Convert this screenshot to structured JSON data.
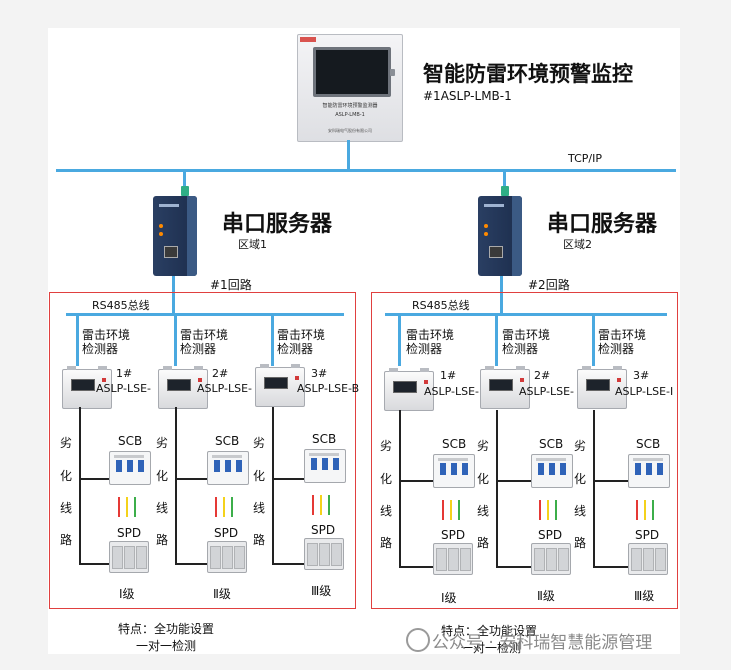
{
  "header": {
    "panel_title": "智能防雷环境预警监测器",
    "panel_model": "ASLP-LMB-1",
    "panel_company": "安科瑞电气股份有限公司",
    "title": "智能防雷环境预警监控",
    "model": "#1ASLP-LMB-1",
    "network": "TCP/IP"
  },
  "servers": [
    {
      "title": "串口服务器",
      "zone": "区域1",
      "loop": "#1回路"
    },
    {
      "title": "串口服务器",
      "zone": "区域2",
      "loop": "#2回路"
    }
  ],
  "zones": [
    {
      "bus": "RS485总线",
      "detectors": [
        {
          "label": [
            "雷击环境",
            "检测器"
          ],
          "num": "1#",
          "model": "ASLP-LSE-",
          "level": "Ⅰ级"
        },
        {
          "label": [
            "雷击环境",
            "检测器"
          ],
          "num": "2#",
          "model": "ASLP-LSE-",
          "level": "Ⅱ级"
        },
        {
          "label": [
            "雷击环境",
            "检测器"
          ],
          "num": "3#",
          "model": "ASLP-LSE-B",
          "level": "Ⅲ级"
        }
      ]
    },
    {
      "bus": "RS485总线",
      "detectors": [
        {
          "label": [
            "雷击环境",
            "检测器"
          ],
          "num": "1#",
          "model": "ASLP-LSE-",
          "level": "Ⅰ级"
        },
        {
          "label": [
            "雷击环境",
            "检测器"
          ],
          "num": "2#",
          "model": "ASLP-LSE-",
          "level": "Ⅱ级"
        },
        {
          "label": [
            "雷击环境",
            "检测器"
          ],
          "num": "3#",
          "model": "ASLP-LSE-I",
          "level": "Ⅲ级"
        }
      ]
    }
  ],
  "branch_text": [
    "劣",
    "化",
    "线",
    "路"
  ],
  "scb": "SCB",
  "spd": "SPD",
  "features": [
    {
      "line1": "特点：全功能设置",
      "line2": "一对一检测"
    },
    {
      "line1": "特点：全功能设置",
      "line2": "一对一检测"
    }
  ],
  "watermark": "公众号 · 安科瑞智慧能源管理",
  "colors": {
    "bus": "#4aa9e0",
    "zone_border": "#e0403f",
    "server": "#1c2d4c",
    "wire_red": "#e53935",
    "wire_yellow": "#f4d21b",
    "wire_green": "#3cae4a"
  }
}
